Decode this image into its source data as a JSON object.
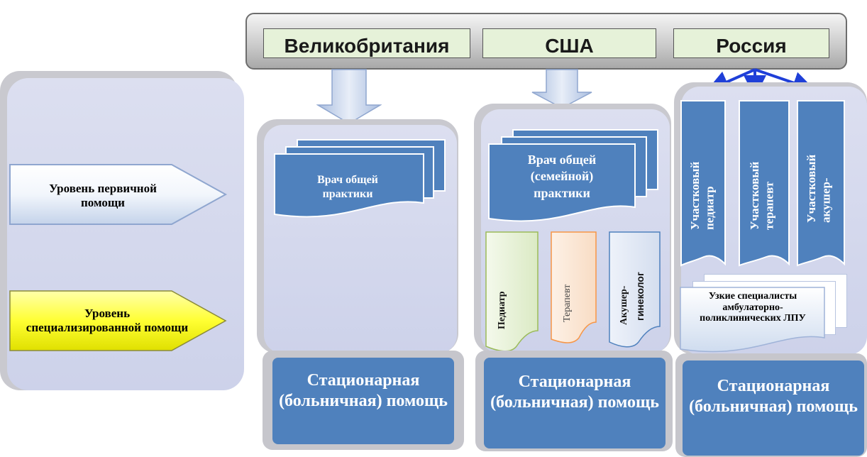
{
  "countries": [
    "Великобритания",
    "США",
    "Россия"
  ],
  "levels": {
    "primary": "Уровень первичной помощи",
    "specialized": "Уровень специализированной помощи"
  },
  "uk": {
    "gp": "Врач общей практики"
  },
  "usa": {
    "gp": "Врач общей (семейной) практики",
    "pediatrician": "Педиатр",
    "therapist": "Терапевт",
    "obgyn_line1": "Акушер-",
    "obgyn_line2": "гинеколог"
  },
  "russia": {
    "district_pediatrician": "Участковый педиатр",
    "district_therapist": "Участковый терапевт",
    "district_obgyn": "Участковый акушер-",
    "narrow_specialists": "Узкие специалисты амбулаторно-поликлинических ЛПУ"
  },
  "hospital_care": "Стационарная (больничная) помощь",
  "colors": {
    "box_blue": "#4f81bd",
    "panel": "#cdd2ea",
    "country_fill": "#e6f2d9",
    "arrow_blue": "#1f3fd8",
    "yellow": "#ffff33"
  }
}
